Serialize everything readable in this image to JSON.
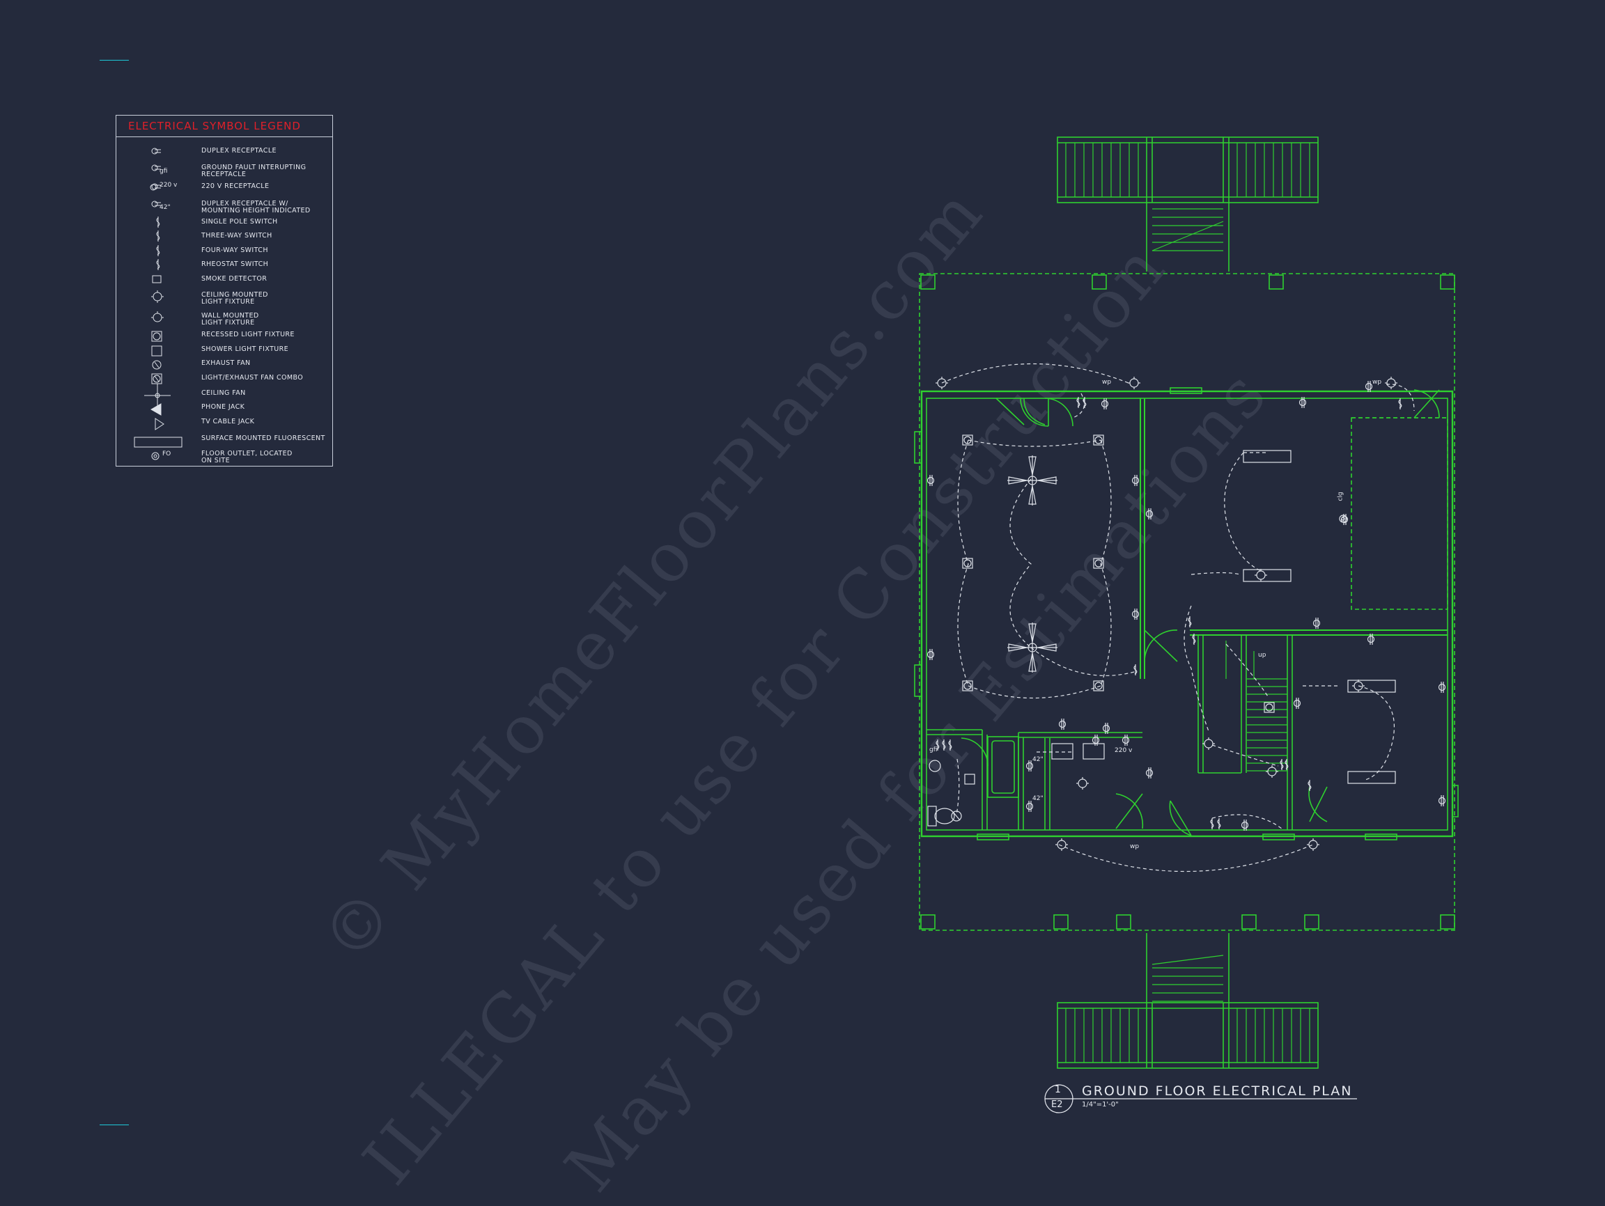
{
  "legend": {
    "title": "ELECTRICAL SYMBOL LEGEND",
    "items": [
      {
        "label": "DUPLEX RECEPTACLE",
        "icon": "duplex-receptacle-icon"
      },
      {
        "label": "GROUND FAULT INTERUPTING\nRECEPTACLE",
        "icon": "gfi-receptacle-icon",
        "sub": "gfi"
      },
      {
        "label": "220 V RECEPTACLE",
        "icon": "220v-receptacle-icon",
        "sub": "220 v"
      },
      {
        "label": "DUPLEX RECEPTACLE W/\nMOUNTING HEIGHT INDICATED",
        "icon": "mounting-height-receptacle-icon",
        "sub": "42\""
      },
      {
        "label": "SINGLE POLE SWITCH",
        "icon": "single-pole-switch-icon"
      },
      {
        "label": "THREE-WAY SWITCH",
        "icon": "three-way-switch-icon"
      },
      {
        "label": "FOUR-WAY SWITCH",
        "icon": "four-way-switch-icon"
      },
      {
        "label": "RHEOSTAT SWITCH",
        "icon": "rheostat-switch-icon"
      },
      {
        "label": "SMOKE DETECTOR",
        "icon": "smoke-detector-icon"
      },
      {
        "label": "CEILING MOUNTED\nLIGHT FIXTURE",
        "icon": "ceiling-light-icon"
      },
      {
        "label": "WALL MOUNTED\nLIGHT FIXTURE",
        "icon": "wall-light-icon"
      },
      {
        "label": "RECESSED LIGHT FIXTURE",
        "icon": "recessed-light-icon"
      },
      {
        "label": "SHOWER LIGHT FIXTURE",
        "icon": "shower-light-icon"
      },
      {
        "label": "EXHAUST FAN",
        "icon": "exhaust-fan-icon"
      },
      {
        "label": "LIGHT/EXHAUST FAN COMBO",
        "icon": "light-exhaust-combo-icon"
      },
      {
        "label": "CEILING FAN",
        "icon": "ceiling-fan-icon"
      },
      {
        "label": "PHONE JACK",
        "icon": "phone-jack-icon"
      },
      {
        "label": "TV CABLE JACK",
        "icon": "tv-jack-icon"
      },
      {
        "label": "SURFACE MOUNTED FLUORESCENT",
        "icon": "fluorescent-icon"
      },
      {
        "label": "FLOOR OUTLET, LOCATED\nON SITE",
        "icon": "floor-outlet-icon",
        "sub": "FO"
      }
    ]
  },
  "plan": {
    "title": "GROUND FLOOR ELECTRICAL PLAN",
    "scale": "1/4\"=1'-0\"",
    "tag_number": "1",
    "tag_sheet": "E2",
    "labels": {
      "wp": "wp",
      "gfi": "gfi",
      "clg": "clg",
      "up": "up",
      "v220": "220 v",
      "h42": "42\""
    }
  },
  "watermark": {
    "line1": "© MyHomeFloorPlans.com",
    "line2": "ILLEGAL to use for Construction",
    "line3": "May be used for Estimations"
  },
  "colors": {
    "background": "#242a3c",
    "plan_lines": "#2fd12f",
    "annotation": "#e6e9f0",
    "legend_title": "#e0202a",
    "tick": "#1ec8d8"
  }
}
